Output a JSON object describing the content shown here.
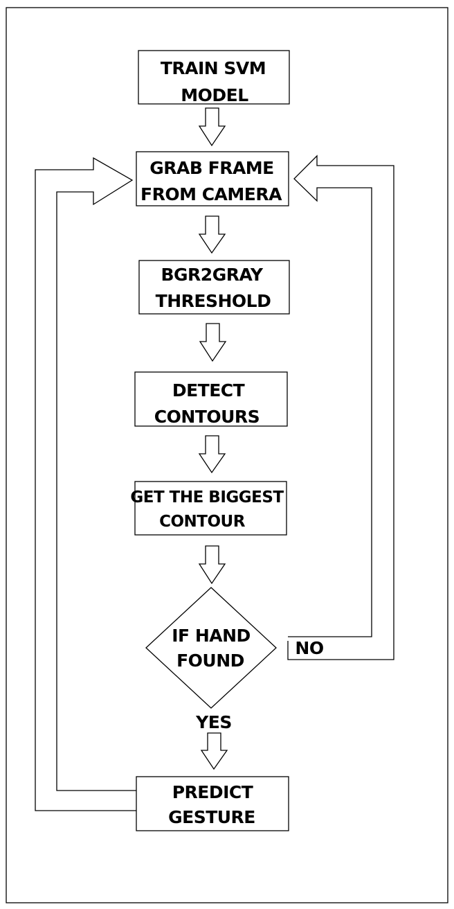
{
  "nodes": {
    "train_svm": [
      "TRAIN SVM",
      "MODEL"
    ],
    "grab_frame": [
      "GRAB FRAME",
      "FROM CAMERA"
    ],
    "bgr2gray": [
      "BGR2GRAY",
      "THRESHOLD"
    ],
    "detect_contours": [
      "DETECT",
      "CONTOURS"
    ],
    "biggest_contour": [
      "GET THE BIGGEST",
      "CONTOUR"
    ],
    "hand_found": [
      "IF HAND",
      "FOUND"
    ],
    "predict_gesture": [
      "PREDICT",
      "GESTURE"
    ]
  },
  "labels": {
    "yes": "YES",
    "no": "NO"
  }
}
